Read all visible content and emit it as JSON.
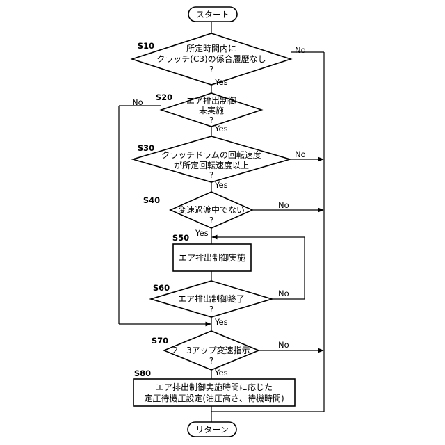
{
  "nodes": {
    "start": "スタート",
    "s10": {
      "step": "S10",
      "lines": [
        "所定時間内に",
        "クラッチ(C3)の係合履歴なし",
        "?"
      ]
    },
    "s20": {
      "step": "S20",
      "lines": [
        "エア排出制御",
        "未実施",
        "?"
      ]
    },
    "s30": {
      "step": "S30",
      "lines": [
        "クラッチドラムの回転速度",
        "が所定回転速度以上",
        "?"
      ]
    },
    "s40": {
      "step": "S40",
      "lines": [
        "変速過渡中でない",
        "?"
      ]
    },
    "s50": {
      "step": "S50",
      "lines": [
        "エア排出制御実施"
      ]
    },
    "s60": {
      "step": "S60",
      "lines": [
        "エア排出制御終了",
        "?"
      ]
    },
    "s70": {
      "step": "S70",
      "lines": [
        "2－3アップ変速指示",
        "?"
      ]
    },
    "s80": {
      "step": "S80",
      "lines": [
        "エア排出制御実施時間に応じた",
        "定圧待機圧設定(油圧高さ、待機時間)"
      ]
    },
    "end": "リターン"
  },
  "labels": {
    "yes": "Yes",
    "no": "No"
  }
}
